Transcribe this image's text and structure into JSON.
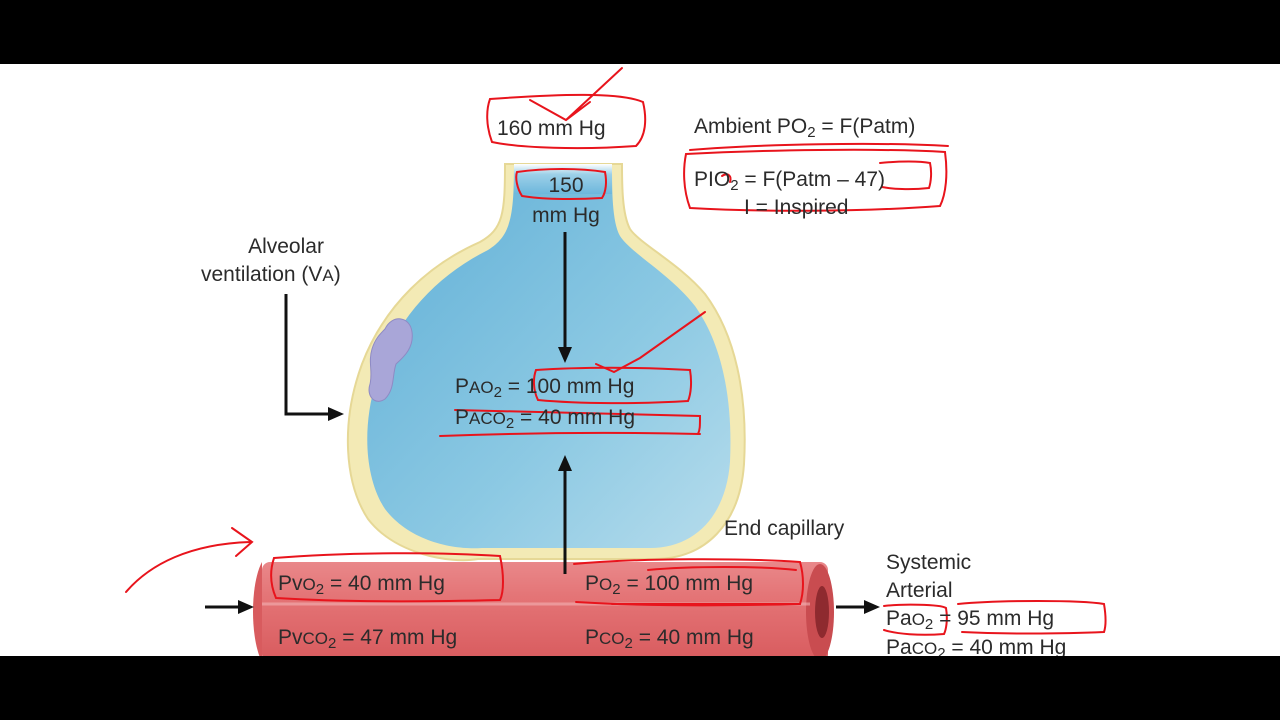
{
  "labels": {
    "ambient": "160 mm Hg",
    "inspired_top": "150",
    "inspired_unit": "mm Hg",
    "alveolar_ventilation_line1": "Alveolar",
    "alveolar_ventilation_line2": "ventilation (",
    "va_symbol_v": "V",
    "va_symbol_a": "A",
    "close_paren": ")",
    "pao2_p": "P",
    "pao2_a": "AO",
    "pao2_sub": "2",
    "pao2_value": "= 100 mm Hg",
    "paco2_p": "P",
    "paco2_a": "ACO",
    "paco2_sub": "2",
    "paco2_value": "= 40 mm Hg",
    "end_capillary": "End capillary",
    "pvo2_p": "Pv",
    "pvo2_o": "O",
    "pvo2_sub": "2",
    "pvo2_value": "= 40 mm Hg",
    "pvco2_p": "Pv",
    "pvco2_c": "CO",
    "pvco2_sub": "2",
    "pvco2_value": "= 47 mm Hg",
    "po2_p": "P",
    "po2_o": "O",
    "po2_sub": "2",
    "po2_value": "= 100 mm Hg",
    "pco2_p": "P",
    "pco2_c": "CO",
    "pco2_sub": "2",
    "pco2_value": "= 40 mm Hg",
    "systemic": "Systemic",
    "arterial": "Arterial",
    "pao2_art_p": "Pa",
    "pao2_art_o": "O",
    "pao2_art_sub": "2",
    "pao2_art_value": "= 95 mm Hg",
    "paco2_art_p": "Pa",
    "paco2_art_c": "CO",
    "paco2_art_sub": "2",
    "paco2_art_value": "= 40 mm Hg"
  },
  "notes": {
    "ambient_po2": "Ambient PO",
    "ambient_po2_sub": "2",
    "ambient_po2_eq": " = F(Patm)",
    "pio2_p": "PIO",
    "pio2_sub": "2",
    "pio2_eq": " = F(Patm – 47)",
    "inspired_def": "I = Inspired"
  },
  "colors": {
    "alveolus_fill": "#7fc1de",
    "alveolus_wall": "#f4ebb8",
    "capillary_fill": "#e06a6c",
    "annotation_ink": "#e8141c"
  }
}
